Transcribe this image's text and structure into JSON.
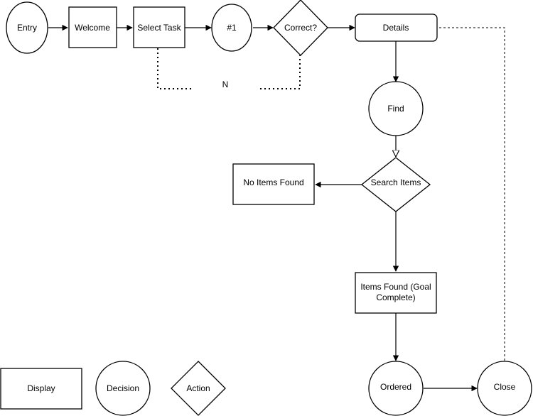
{
  "nodes": {
    "entry": "Entry",
    "welcome": "Welcome",
    "select_task": "Select Task",
    "num1": "#1",
    "correct": "Correct?",
    "details": "Details",
    "find": "Find",
    "search_items": "Search Items",
    "no_items_found": "No Items Found",
    "items_found_line1": "Items Found (Goal",
    "items_found_line2": "Complete)",
    "ordered": "Ordered",
    "close": "Close"
  },
  "edge_labels": {
    "no_loop": "N"
  },
  "legend": {
    "display": "Display",
    "decision": "Decision",
    "action": "Action"
  }
}
